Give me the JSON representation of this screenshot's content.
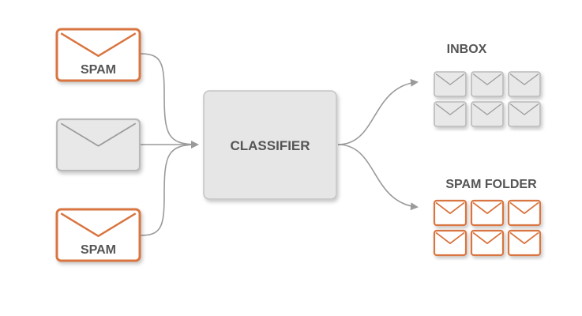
{
  "diagram": {
    "inputs": [
      {
        "kind": "spam",
        "label": "SPAM"
      },
      {
        "kind": "normal",
        "label": ""
      },
      {
        "kind": "spam",
        "label": "SPAM"
      }
    ],
    "classifier": {
      "label": "CLASSIFIER"
    },
    "outputs": {
      "inbox": {
        "title": "INBOX",
        "count": 6
      },
      "spam_folder": {
        "title": "SPAM FOLDER",
        "count": 6
      }
    },
    "colors": {
      "spam_accent": "#d9743f",
      "envelope_fill": "#e8e8e8",
      "envelope_stroke": "#b9b9b9",
      "spam_envelope_fill": "#ffffff",
      "classifier_fill": "#e6e6e6",
      "connector": "#9a9a9a",
      "label_text": "#555555"
    }
  }
}
